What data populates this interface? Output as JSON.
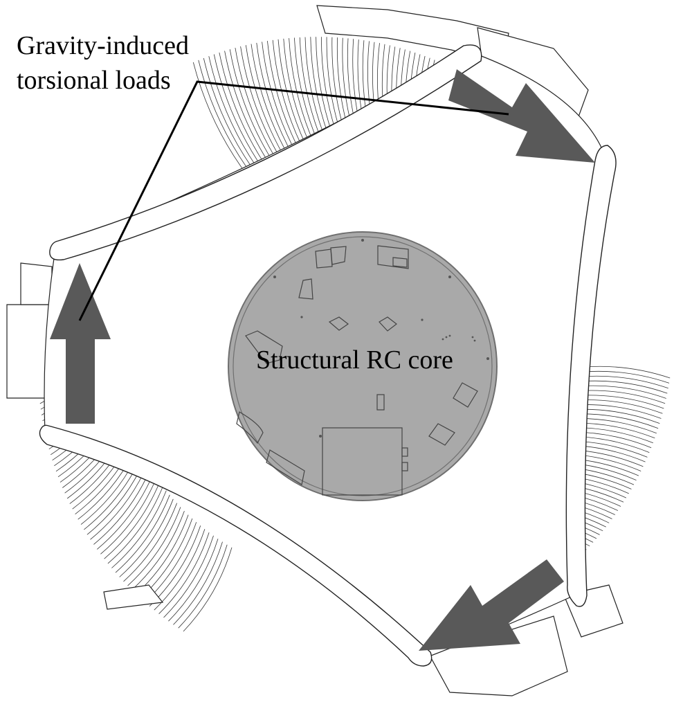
{
  "annotations": {
    "loads_label_line1": "Gravity-induced",
    "loads_label_line2": "torsional loads",
    "core_label": "Structural RC core"
  },
  "colors": {
    "core_fill": "#a9a9a9",
    "arrow_fill": "#595959",
    "line_stroke": "#000000",
    "floor_stroke": "#333333"
  }
}
